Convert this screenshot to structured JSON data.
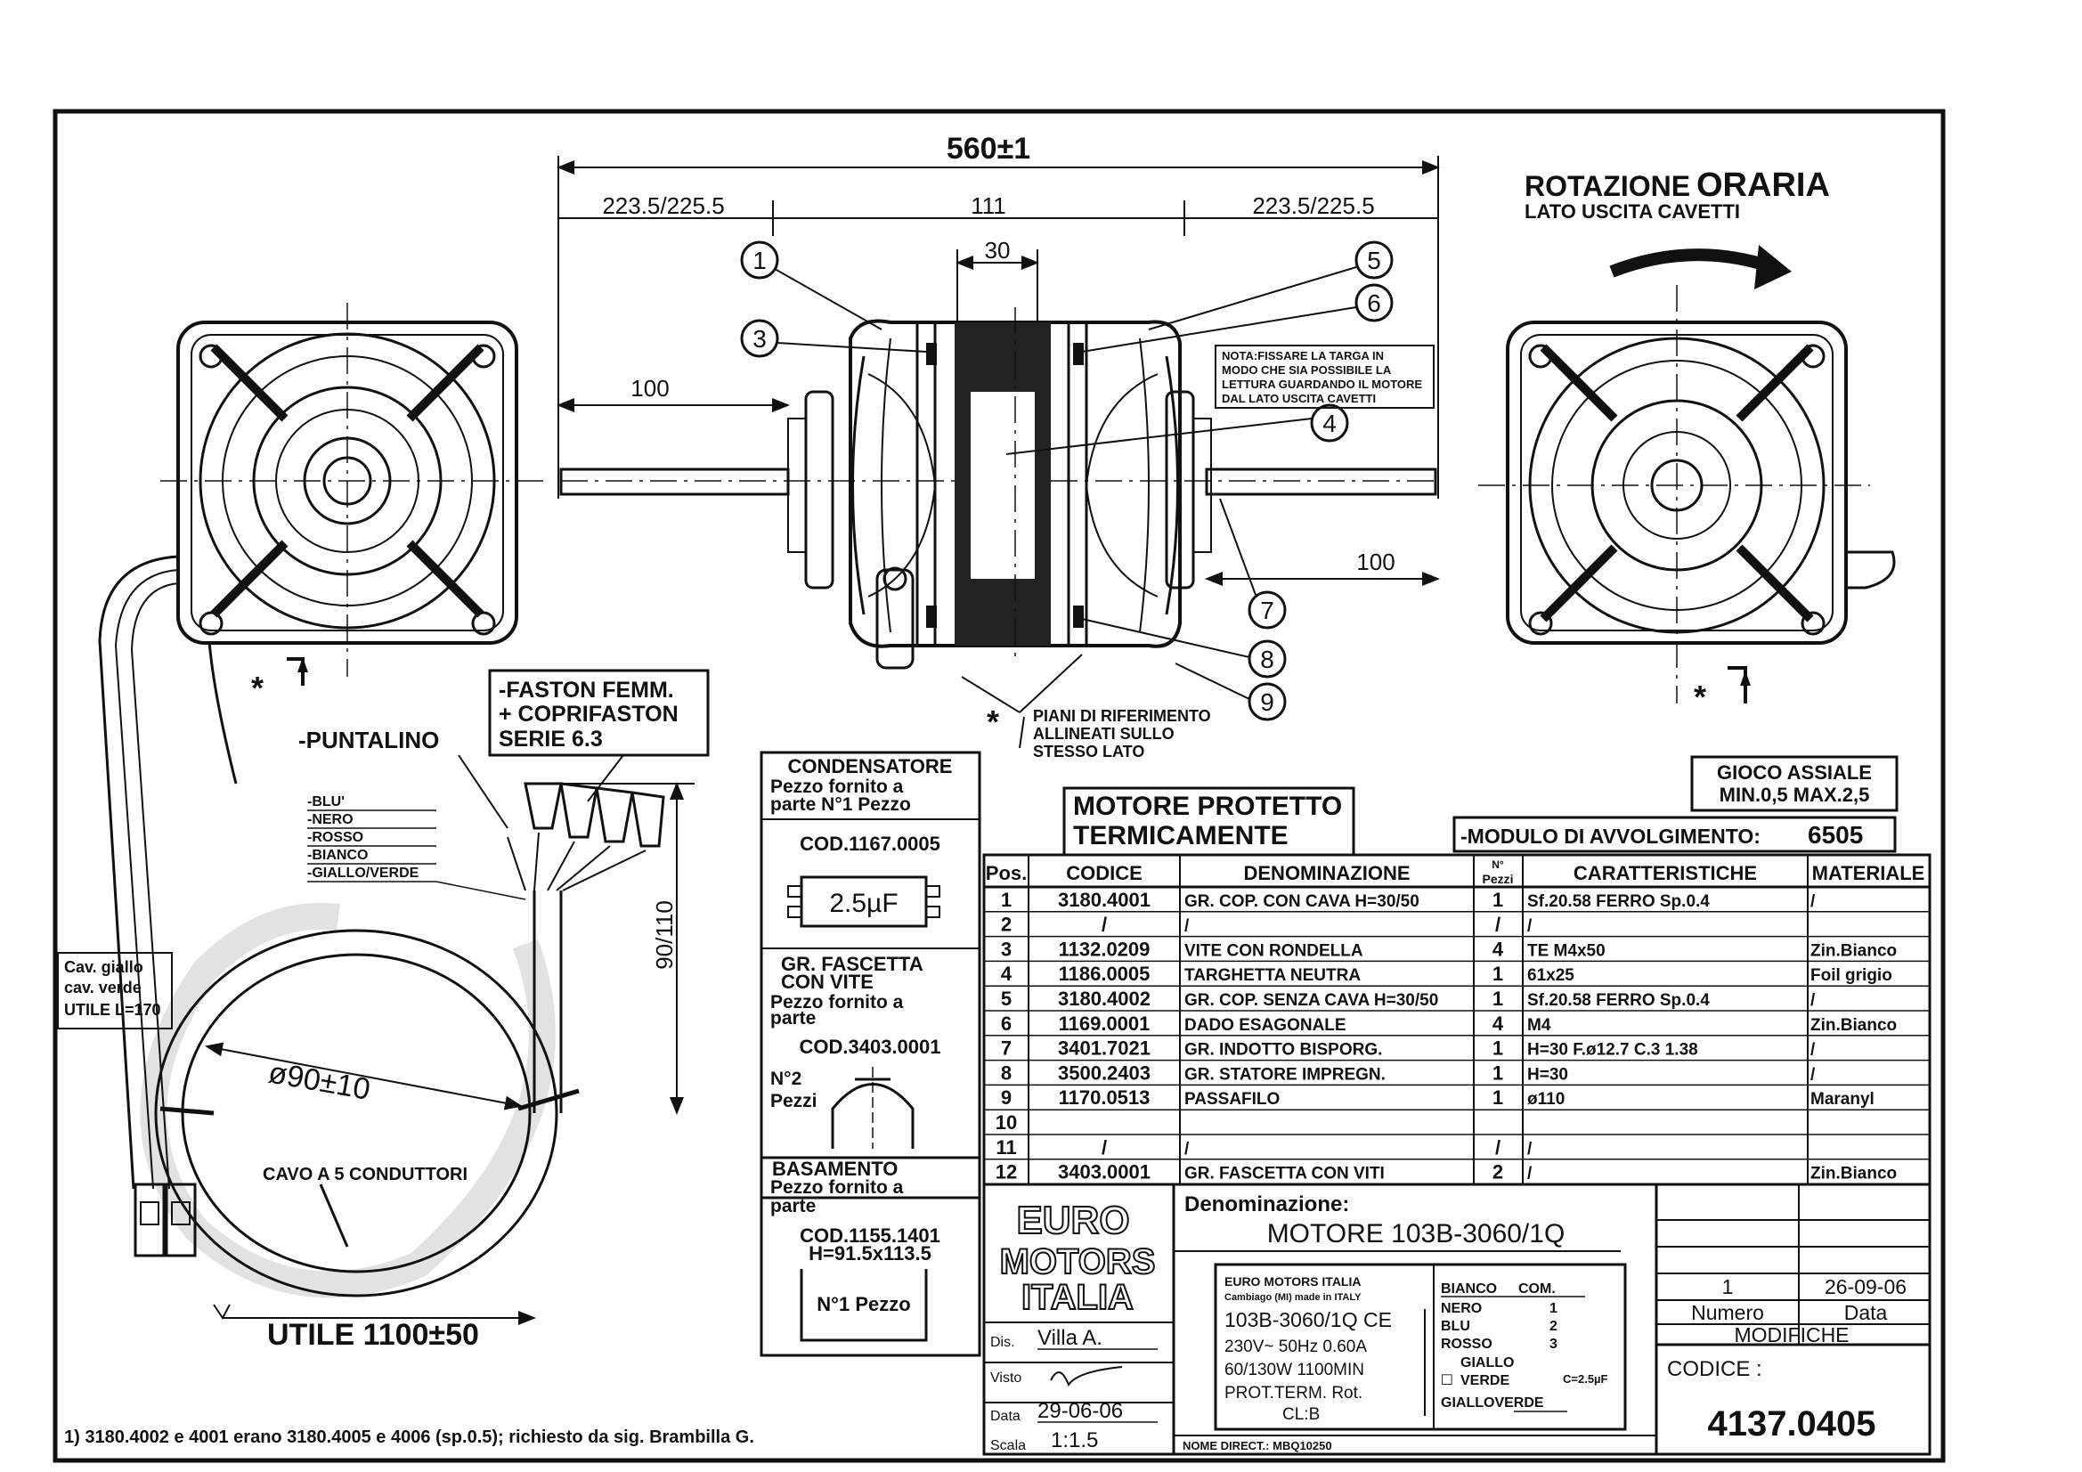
{
  "dimensions": {
    "overall": "560±1",
    "left_offset": "223.5/225.5",
    "center": "111",
    "right_offset": "223.5/225.5",
    "stator_width": "30",
    "shaft_left": "100",
    "shaft_right": "100",
    "cable_drop": "90/110",
    "coil_diameter": "ø90±10",
    "cable_length": "UTILE  1100±50"
  },
  "rotation": {
    "title_1": "ROTAZIONE",
    "title_2": "ORARIA",
    "subtitle": "LATO USCITA CAVETTI"
  },
  "callouts": [
    "1",
    "3",
    "4",
    "5",
    "6",
    "7",
    "8",
    "9"
  ],
  "notes": {
    "plate_note": [
      "NOTA:FISSARE LA TARGA IN",
      "MODO CHE SIA POSSIBILE LA",
      "LETTURA GUARDANDO IL MOTORE",
      "DAL LATO USCITA CAVETTI"
    ],
    "reference_planes": [
      "PIANI DI RIFERIMENTO",
      "ALLINEATI  SULLO",
      "STESSO LATO"
    ],
    "star": "*",
    "faston": [
      "-FASTON FEMM.",
      "+ COPRIFASTON",
      "SERIE 6.3"
    ],
    "puntalino": "-PUNTALINO",
    "wires": [
      "-BLU'",
      "-NERO",
      "-ROSSO",
      "-BIANCO",
      "-GIALLO/VERDE"
    ],
    "green_yellow": [
      "Cav. giallo",
      "cav. verde",
      "UTILE L=170"
    ],
    "cable": "CAVO A 5 CONDUTTORI",
    "footnote": "1) 3180.4002 e 4001 erano 3180.4005 e 4006 (sp.0.5); richiesto da sig. Brambilla G."
  },
  "accessories": {
    "capacitor_title": "CONDENSATORE",
    "capacitor_sub": [
      "Pezzo fornito a",
      "parte N°1 Pezzo"
    ],
    "capacitor_code": "COD.1167.0005",
    "capacitor_value": "2.5µF",
    "clamp_title": [
      "GR. FASCETTA",
      "CON VITE"
    ],
    "clamp_sub": [
      "Pezzo fornito a",
      "parte"
    ],
    "clamp_code": "COD.3403.0001",
    "clamp_qty": [
      "N°2",
      "Pezzi"
    ],
    "base_title": "BASAMENTO",
    "base_sub": [
      "Pezzo fornito a",
      "parte"
    ],
    "base_code": [
      "COD.1155.1401",
      "H=91.5x113.5"
    ],
    "base_qty": "N°1  Pezzo"
  },
  "header_labels": {
    "protected": [
      "MOTORE  PROTETTO",
      "TERMICAMENTE"
    ],
    "axial_play": [
      "GIOCO  ASSIALE",
      "MIN.0,5  MAX.2,5"
    ],
    "winding_label": "-MODULO  DI  AVVOLGIMENTO:",
    "winding_value": "6505"
  },
  "bom": {
    "headers": [
      "Pos.",
      "CODICE",
      "DENOMINAZIONE",
      "N°\nPezzi",
      "CARATTERISTICHE",
      "MATERIALE"
    ],
    "rows": [
      [
        "1",
        "3180.4001",
        "GR. COP. CON CAVA H=30/50",
        "1",
        "Sf.20.58  FERRO  Sp.0.4",
        "/"
      ],
      [
        "2",
        "/",
        "/",
        "/",
        "/",
        ""
      ],
      [
        "3",
        "1132.0209",
        "VITE  CON  RONDELLA",
        "4",
        "TE  M4x50",
        "Zin.Bianco"
      ],
      [
        "4",
        "1186.0005",
        "TARGHETTA  NEUTRA",
        "1",
        "61x25",
        "Foil  grigio"
      ],
      [
        "5",
        "3180.4002",
        "GR. COP. SENZA CAVA H=30/50",
        "1",
        "Sf.20.58  FERRO  Sp.0.4",
        "/"
      ],
      [
        "6",
        "1169.0001",
        "DADO  ESAGONALE",
        "4",
        "M4",
        "Zin.Bianco"
      ],
      [
        "7",
        "3401.7021",
        "GR.  INDOTTO  BISPORG.",
        "1",
        "H=30  F.ø12.7  C.3  1.38",
        "/"
      ],
      [
        "8",
        "3500.2403",
        "GR.  STATORE  IMPREGN.",
        "1",
        "H=30",
        "/"
      ],
      [
        "9",
        "1170.0513",
        "PASSAFILO",
        "1",
        "ø110",
        "Maranyl"
      ],
      [
        "10",
        "",
        "",
        "",
        "",
        ""
      ],
      [
        "11",
        "/",
        "/",
        "/",
        "/",
        ""
      ],
      [
        "12",
        "3403.0001",
        "GR.  FASCETTA  CON  VITI",
        "2",
        "/",
        "Zin.Bianco"
      ]
    ]
  },
  "title_block": {
    "logo": [
      "EURO",
      "MOTORS",
      "ITALIA"
    ],
    "denominazione_label": "Denominazione:",
    "denominazione": "MOTORE  103B-3060/1Q",
    "dis_label": "Dis.",
    "dis_value": "Villa  A.",
    "visto_label": "Visto",
    "data_label": "Data",
    "data_value": "29-06-06",
    "scala_label": "Scala",
    "scala_value": "1:1.5",
    "nome_direct": "NOME DIRECT.: MBQ10250",
    "mod_num": "1",
    "mod_date": "26-09-06",
    "numero_label": "Numero",
    "data2_label": "Data",
    "modifiche_label": "MODIFICHE",
    "codice_label": "CODICE :",
    "codice_value": "4137.0405"
  },
  "nameplate": {
    "maker": "EURO MOTORS ITALIA",
    "origin": "Cambiago (MI) made in ITALY",
    "model": "103B-3060/1Q  CE",
    "line1": "230V~  50Hz  0.60A",
    "line2": "60/130W   1100MIN",
    "line3": "PROT.TERM.  Rot.",
    "line4": "CL:B",
    "wiring": [
      [
        "BIANCO",
        "COM."
      ],
      [
        "NERO",
        "1"
      ],
      [
        "BLU",
        "2"
      ],
      [
        "ROSSO",
        "3"
      ],
      [
        "GIALLO",
        ""
      ],
      [
        "VERDE",
        "C=2.5µF"
      ],
      [
        "GIALLOVERDE",
        ""
      ]
    ]
  }
}
